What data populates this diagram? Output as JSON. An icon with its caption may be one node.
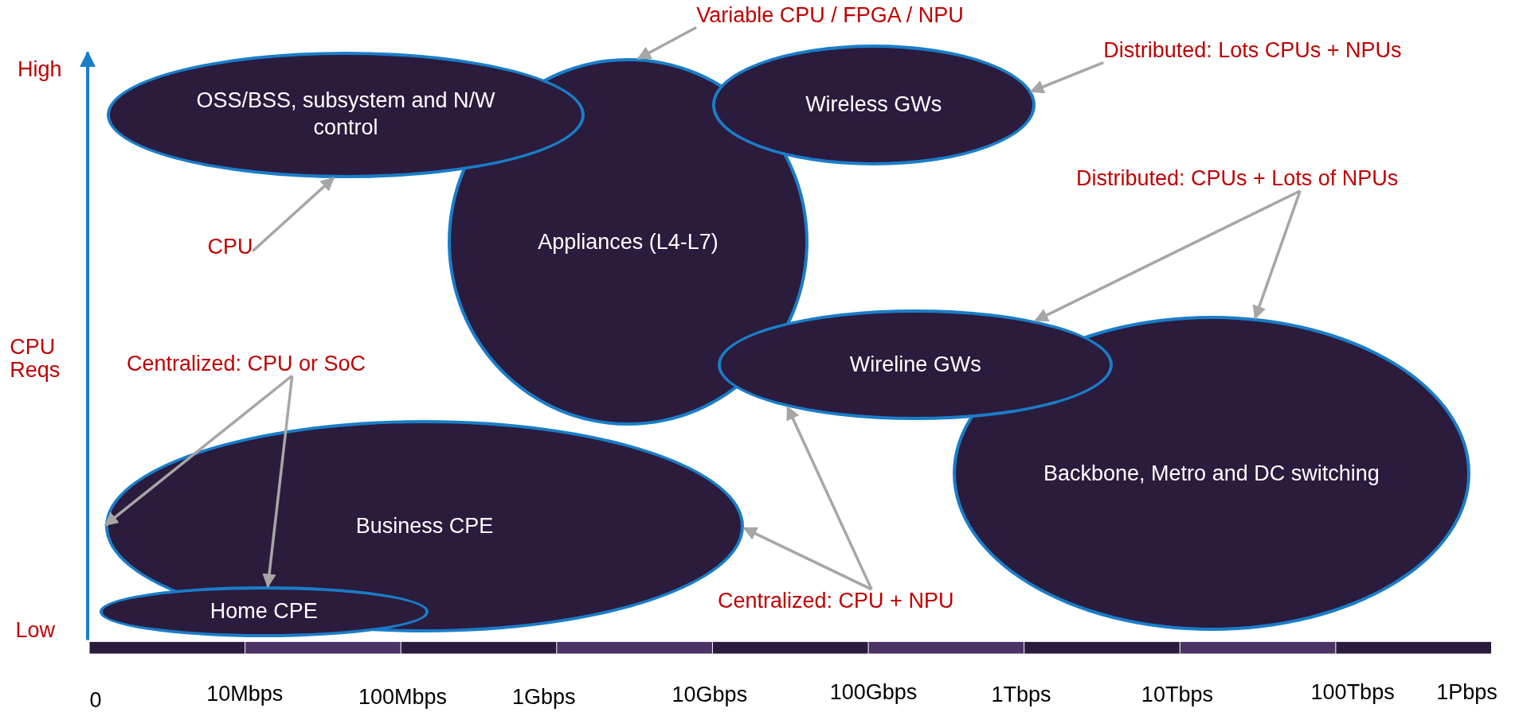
{
  "diagram": {
    "nodes": [
      {
        "text": [
          "OSS/BSS, subsystem and N/W control"
        ]
      },
      {
        "text": [
          "Appliances (L4-L7)"
        ]
      },
      {
        "text": [
          "Wireless GWs"
        ]
      },
      {
        "text": [
          "Wireline GWs"
        ]
      },
      {
        "text": [
          "Backbone, Metro and DC switching"
        ]
      },
      {
        "text": [
          "Business CPE"
        ]
      },
      {
        "text": [
          "Home CPE"
        ]
      },
      {
        "text": [
          "Variable CPU / FPGA / NPU"
        ]
      },
      {
        "text": [
          "Distributed: Lots CPUs + NPUs"
        ]
      },
      {
        "text": [
          "CPU"
        ]
      },
      {
        "text": [
          "Distributed: CPUs + Lots of NPUs"
        ]
      },
      {
        "text": [
          "Centralized: CPU or SoC"
        ]
      },
      {
        "text": [
          "Centralized: CPU + NPU"
        ]
      }
    ],
    "edges": [
      {
        "from": 7,
        "to": 1,
        "arrow": "to"
      },
      {
        "from": 8,
        "to": 2,
        "arrow": "to"
      },
      {
        "from": 9,
        "to": 0,
        "arrow": "to"
      },
      {
        "from": 10,
        "to": 3,
        "arrow": "to"
      },
      {
        "from": 10,
        "to": 4,
        "arrow": "to"
      },
      {
        "from": 11,
        "to": 5,
        "arrow": "to"
      },
      {
        "from": 11,
        "to": 6,
        "arrow": "to"
      },
      {
        "from": 12,
        "to": 5,
        "arrow": "to"
      },
      {
        "from": 12,
        "to": 3,
        "arrow": "to"
      }
    ],
    "labels": [
      "High",
      "CPU Reqs",
      "Low",
      "0",
      "10Mbps",
      "100Mbps",
      "1Gbps",
      "10Gbps",
      "100Gbps",
      "1Tbps",
      "10Tbps",
      "100Tbps",
      "1Pbps"
    ]
  }
}
